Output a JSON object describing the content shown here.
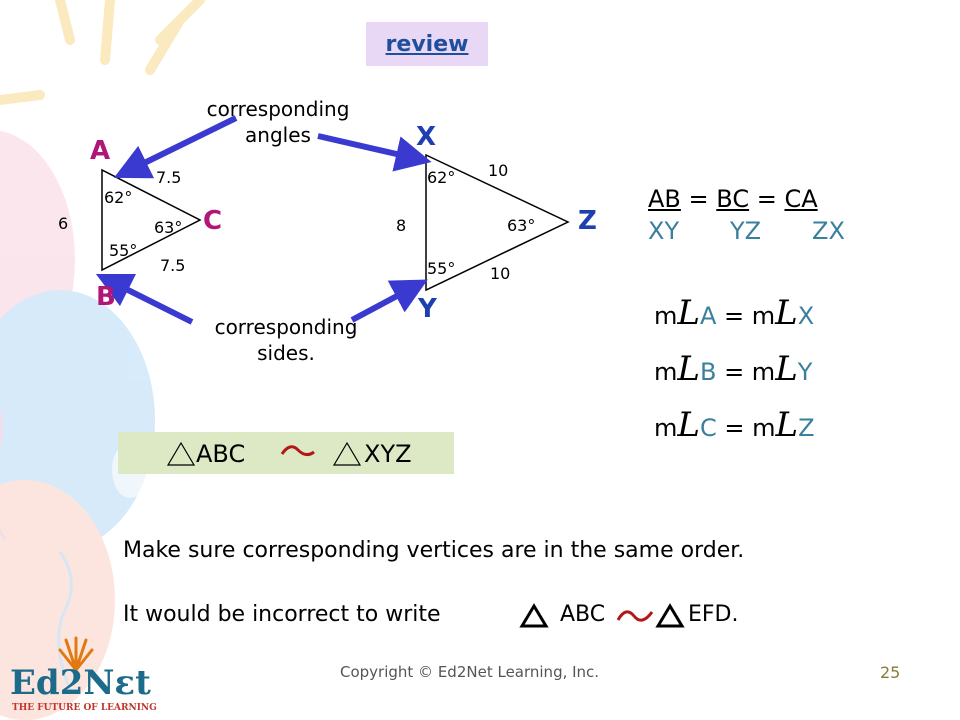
{
  "review_label": "review",
  "callouts": {
    "angles": [
      "corresponding",
      "angles"
    ],
    "sides": [
      "corresponding",
      "sides."
    ]
  },
  "triangle_abc": {
    "vertex_a": "A",
    "vertex_b": "B",
    "vertex_c": "C",
    "angle_a": "62°",
    "angle_b": "55°",
    "angle_c": "63°",
    "side_ab": "6",
    "side_ac": "7.5",
    "side_bc": "7.5"
  },
  "triangle_xyz": {
    "vertex_x": "X",
    "vertex_y": "Y",
    "vertex_z": "Z",
    "angle_x": "62°",
    "angle_y": "55°",
    "angle_z": "63°",
    "side_xy": "8",
    "side_xz": "10",
    "side_yz": "10"
  },
  "ratio": {
    "top": [
      "AB",
      "=",
      "BC",
      "=",
      "CA"
    ],
    "bottom": [
      "XY",
      "YZ",
      "ZX"
    ]
  },
  "angle_eq": [
    {
      "m": "m",
      "left": "A",
      "eq": " = m",
      "right": "X"
    },
    {
      "m": "m",
      "left": "B",
      "eq": " = m",
      "right": "Y"
    },
    {
      "m": "m",
      "left": "C",
      "eq": " = m",
      "right": "Z"
    }
  ],
  "similarity": {
    "left": "ABC",
    "right": "XYZ"
  },
  "sentences": {
    "line1": "Make sure corresponding vertices are in the same order.",
    "line2_pre": "It would be incorrect to write",
    "line2_mid": "ABC",
    "line2_post": "EFD."
  },
  "footer": {
    "copyright": "Copyright © Ed2Net Learning, Inc.",
    "page": "25",
    "logo_text": "Ed2Nεt",
    "tagline": "THE FUTURE OF LEARNING"
  },
  "colors": {
    "arrow": "#3a3ad0",
    "vertex_abc": "#b01578",
    "vertex_xyz": "#1d3fb0",
    "review_bg": "#e8d7f5",
    "similarity_bg": "#dde8c4"
  }
}
